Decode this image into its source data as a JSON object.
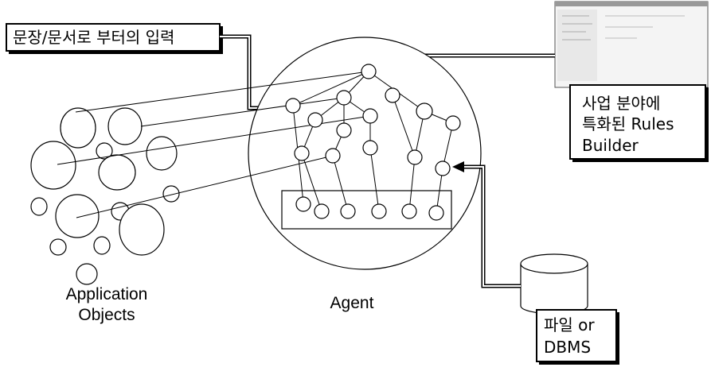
{
  "input_box": {
    "label": "문장/문서로 부터의 입력"
  },
  "rules_builder": {
    "line1": "사업 분야에",
    "line2": "특화된 Rules",
    "line3": "Builder"
  },
  "file_box": {
    "line1": "파일  or",
    "line2": "DBMS"
  },
  "labels": {
    "application_objects_line1": "Application",
    "application_objects_line2": "Objects",
    "agent": "Agent"
  }
}
